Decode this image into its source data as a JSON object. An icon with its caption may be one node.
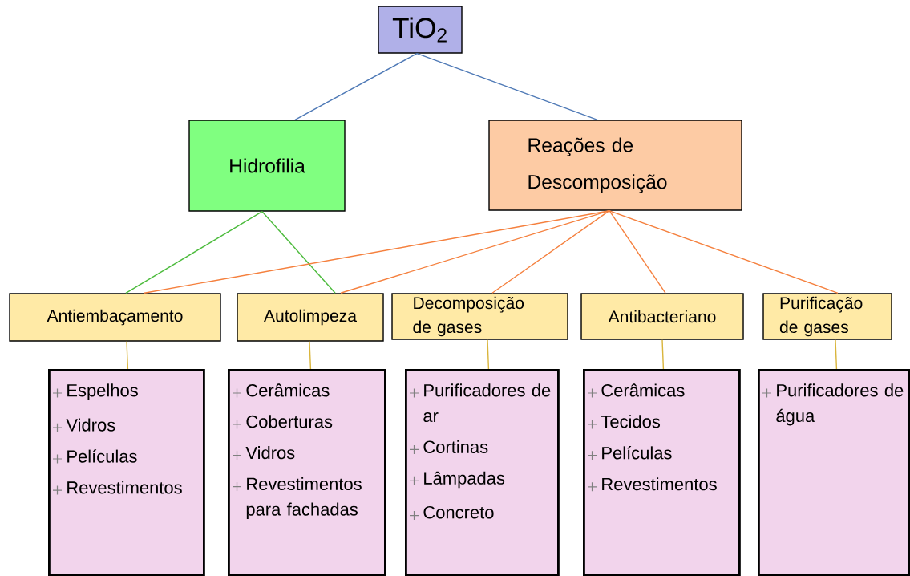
{
  "diagram": {
    "nodes": [
      {
        "text": [
          "TiO$_{2}$"
        ]
      },
      {
        "text": [
          "Hidrofilia"
        ]
      },
      {
        "text": [
          "Reações de Descomposição"
        ]
      },
      {
        "text": [
          "Antiembaçamento"
        ]
      },
      {
        "text": [
          "Autolimpeza"
        ]
      },
      {
        "text": [
          "Decomposição de gases"
        ]
      },
      {
        "text": [
          "Antibacteriano"
        ]
      },
      {
        "text": [
          "Purificação de gases"
        ]
      },
      {
        "text": [
          "Espelhos",
          "Vidros",
          "Películas",
          "Revestimentos"
        ]
      },
      {
        "text": [
          "Cerâmicas",
          "Coberturas",
          "Vidros",
          "Revestimentos para fachadas"
        ]
      },
      {
        "text": [
          "Purificadores de ar",
          "Cortinas",
          "Lâmpadas",
          "Concreto"
        ]
      },
      {
        "text": [
          "Cerâmicas",
          "Tecidos",
          "Películas",
          "Revestimentos"
        ]
      },
      {
        "text": [
          "Purificadores de água"
        ]
      }
    ],
    "edges": [
      {
        "from": 0,
        "to": 1,
        "arrow": "none",
        "color": "#4e79b6"
      },
      {
        "from": 0,
        "to": 2,
        "arrow": "none",
        "color": "#4e79b6"
      },
      {
        "from": 1,
        "to": 3,
        "arrow": "none",
        "color": "#4cbb3c"
      },
      {
        "from": 1,
        "to": 4,
        "arrow": "none",
        "color": "#4cbb3c"
      },
      {
        "from": 2,
        "to": 3,
        "arrow": "none"
      },
      {
        "from": 2,
        "to": 4,
        "arrow": "none"
      },
      {
        "from": 2,
        "to": 5,
        "arrow": "none"
      },
      {
        "from": 2,
        "to": 6,
        "arrow": "none"
      },
      {
        "from": 2,
        "to": 7,
        "arrow": "none"
      },
      {
        "from": 3,
        "to": 8,
        "arrow": "none",
        "color": "#d9b53c"
      },
      {
        "from": 4,
        "to": 9,
        "arrow": "none",
        "color": "#d9b53c"
      },
      {
        "from": 5,
        "to": 10,
        "arrow": "none",
        "color": "#d9b53c"
      },
      {
        "from": 6,
        "to": 11,
        "arrow": "none",
        "color": "#d9b53c"
      },
      {
        "from": 7,
        "to": 12,
        "arrow": "none",
        "color": "#d9b53c"
      }
    ]
  }
}
